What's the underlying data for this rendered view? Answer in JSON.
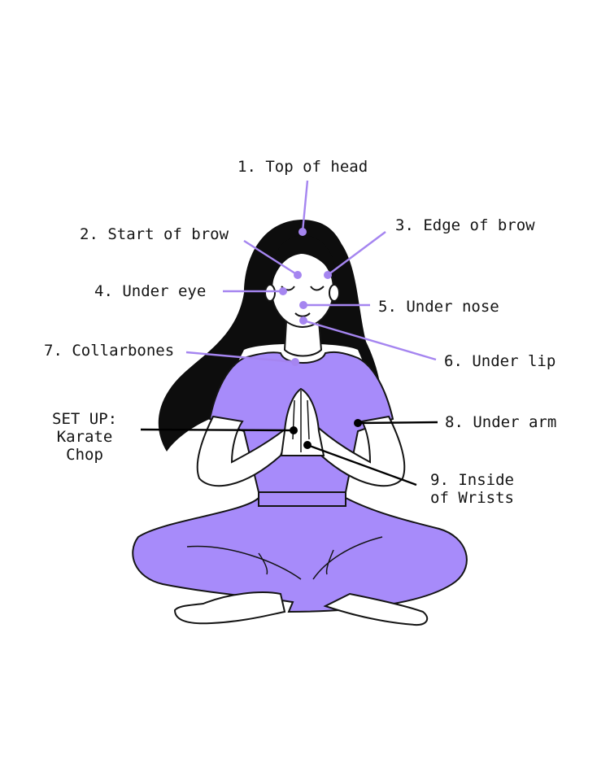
{
  "colors": {
    "accent": "#a585f0",
    "outfit": "#a78bfa",
    "hair": "#0d0d0d",
    "outline": "#141414",
    "skin": "#ffffff",
    "point_dark": "#000000"
  },
  "points": [
    {
      "id": "top-of-head",
      "label": "1. Top of head"
    },
    {
      "id": "start-of-brow",
      "label": "2. Start of brow"
    },
    {
      "id": "edge-of-brow",
      "label": "3. Edge of brow"
    },
    {
      "id": "under-eye",
      "label": "4. Under eye"
    },
    {
      "id": "under-nose",
      "label": "5. Under nose"
    },
    {
      "id": "under-lip",
      "label": "6. Under lip"
    },
    {
      "id": "collarbones",
      "label": "7. Collarbones"
    },
    {
      "id": "under-arm",
      "label": "8. Under arm"
    },
    {
      "id": "inside-of-wrists",
      "label": "9. Inside\nof Wrists"
    },
    {
      "id": "karate-chop",
      "label": "SET UP:\nKarate\nChop"
    }
  ]
}
